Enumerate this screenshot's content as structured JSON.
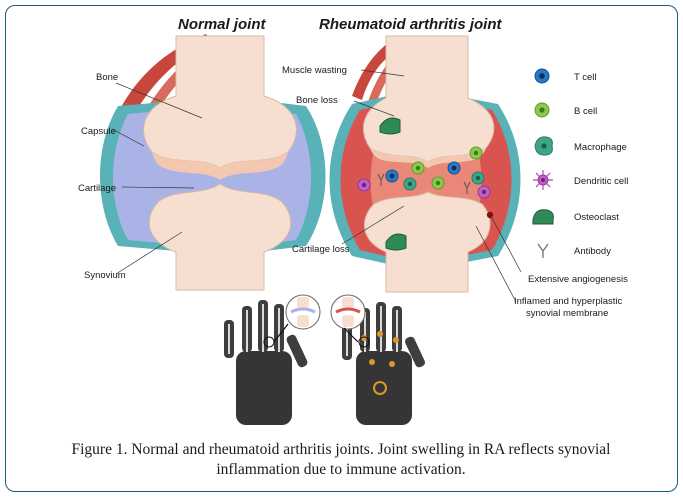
{
  "titles": {
    "normal": "Normal joint",
    "ra": "Rheumatoid arthritis joint"
  },
  "normal_labels": {
    "bone": "Bone",
    "capsule": "Capsule",
    "cartilage": "Cartilage",
    "synovium": "Synovium"
  },
  "ra_labels": {
    "muscle_wasting": "Muscle wasting",
    "bone_loss": "Bone loss",
    "cartilage_loss": "Cartilage loss",
    "angiogenesis": "Extensive angiogenesis",
    "synovial_line1": "Inflamed and hyperplastic",
    "synovial_line2": "synovial membrane"
  },
  "legend": [
    {
      "label": "T cell",
      "icon": "t-cell-icon",
      "color": "#2a78c8"
    },
    {
      "label": "B cell",
      "icon": "b-cell-icon",
      "color": "#8cc84b"
    },
    {
      "label": "Macrophage",
      "icon": "macrophage-icon",
      "color": "#3fa58a"
    },
    {
      "label": "Dendritic cell",
      "icon": "dendritic-cell-icon",
      "color": "#c25fc8"
    },
    {
      "label": "Osteoclast",
      "icon": "osteoclast-icon",
      "color": "#2e8b57"
    },
    {
      "label": "Antibody",
      "icon": "antibody-icon",
      "color": "#7a7a7a"
    }
  ],
  "colors": {
    "frame": "#1f5a84",
    "bone": "#f6dfd0",
    "cartilage": "#f3c7b0",
    "synovium_normal": "#aab3e6",
    "capsule": "#59b2b8",
    "synovium_inflamed": "#d9534f",
    "muscle": "#c8473d"
  },
  "caption": {
    "line1": "Figure 1. Normal and rheumatoid arthritis joints. Joint swelling in RA reflects synovial",
    "line2": "inflammation due to immune activation."
  }
}
